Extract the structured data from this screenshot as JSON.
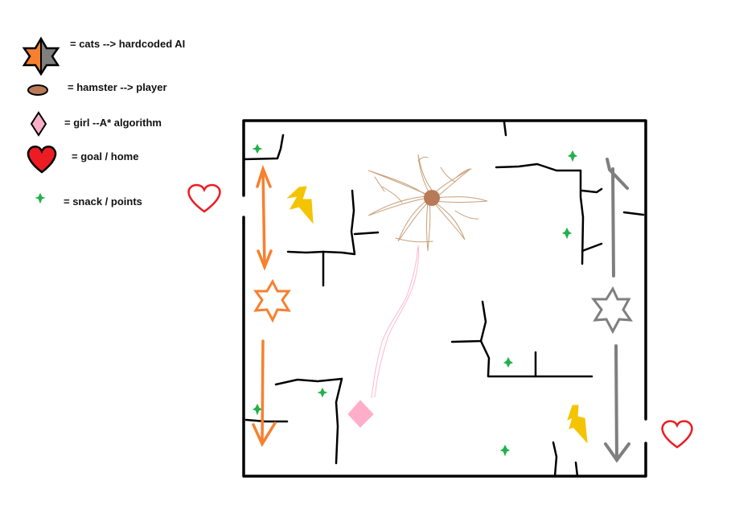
{
  "legend": {
    "cats": "= cats  --> hardcoded AI",
    "hamster": "= hamster --> player",
    "girl": "= girl  --A* algorithm",
    "goal": "= goal / home",
    "snack": "= snack / points"
  },
  "colors": {
    "cat_orange": "#f7802f",
    "cat_grey": "#808080",
    "hamster": "#b97a57",
    "girl": "#ffaec9",
    "goal": "#ed1c24",
    "snack": "#22b14c",
    "lightning": "#f5c400",
    "wall": "#000000",
    "hamster_scribble": "#c8a07a",
    "girl_path": "#ffb6d4"
  },
  "icons": [
    "cat-icon",
    "hamster-icon",
    "girl-icon",
    "heart-icon",
    "snack-icon",
    "lightning-icon"
  ]
}
